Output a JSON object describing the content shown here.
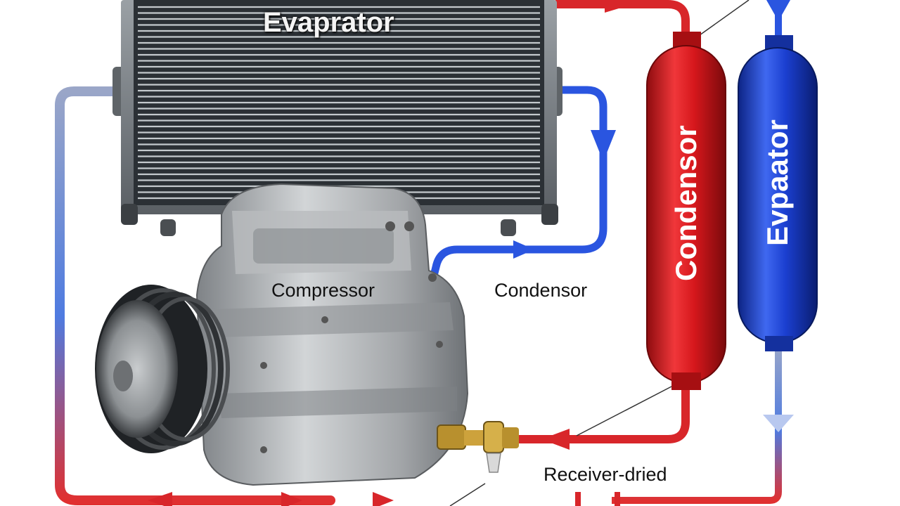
{
  "labels": {
    "radiator_top": "Evaprator",
    "compressor": "Compressor",
    "condenser_pipe": "Condensor",
    "receiver_drier": "Receiver-dried",
    "red_cylinder": "Condensor",
    "blue_cylinder": "Evpaator"
  },
  "colors": {
    "hot_line": "#d8262a",
    "cold_line": "#2a55e0",
    "red_tank": "#d6171c",
    "blue_tank": "#1b3fd0",
    "radiator_frame": "#6e7378",
    "compressor_body": "#a7aaad"
  },
  "icons": [
    "radiator",
    "compressor",
    "pulley",
    "valve-fitting",
    "flow-arrow"
  ]
}
